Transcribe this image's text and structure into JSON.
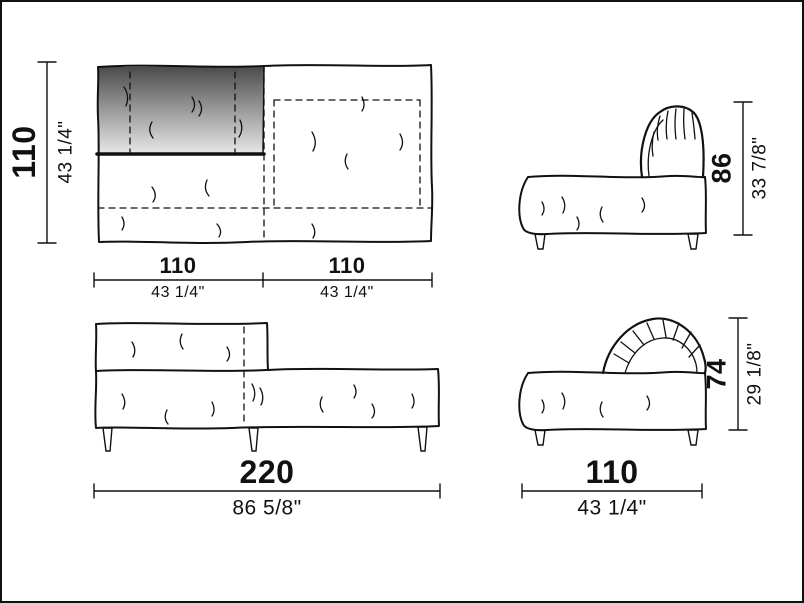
{
  "dimensions": {
    "top_view": {
      "height_cm": "110",
      "height_in": "43 1/4\"",
      "module_left_width_cm": "110",
      "module_left_width_in": "43 1/4\"",
      "module_right_width_cm": "110",
      "module_right_width_in": "43 1/4\""
    },
    "side_view_backrest_up": {
      "height_cm": "86",
      "height_in": "33 7/8\""
    },
    "front_view": {
      "total_width_cm": "220",
      "total_width_in": "86 5/8\""
    },
    "side_view_backrest_down": {
      "height_cm": "74",
      "height_in": "29 1/8\"",
      "depth_cm": "110",
      "depth_in": "43 1/4\""
    }
  },
  "colors": {
    "line": "#111111",
    "background": "#ffffff",
    "shade_top": "#4a4a4a",
    "shade_mid": "#9a9a9a",
    "shade_bottom": "#e8e8e8"
  }
}
